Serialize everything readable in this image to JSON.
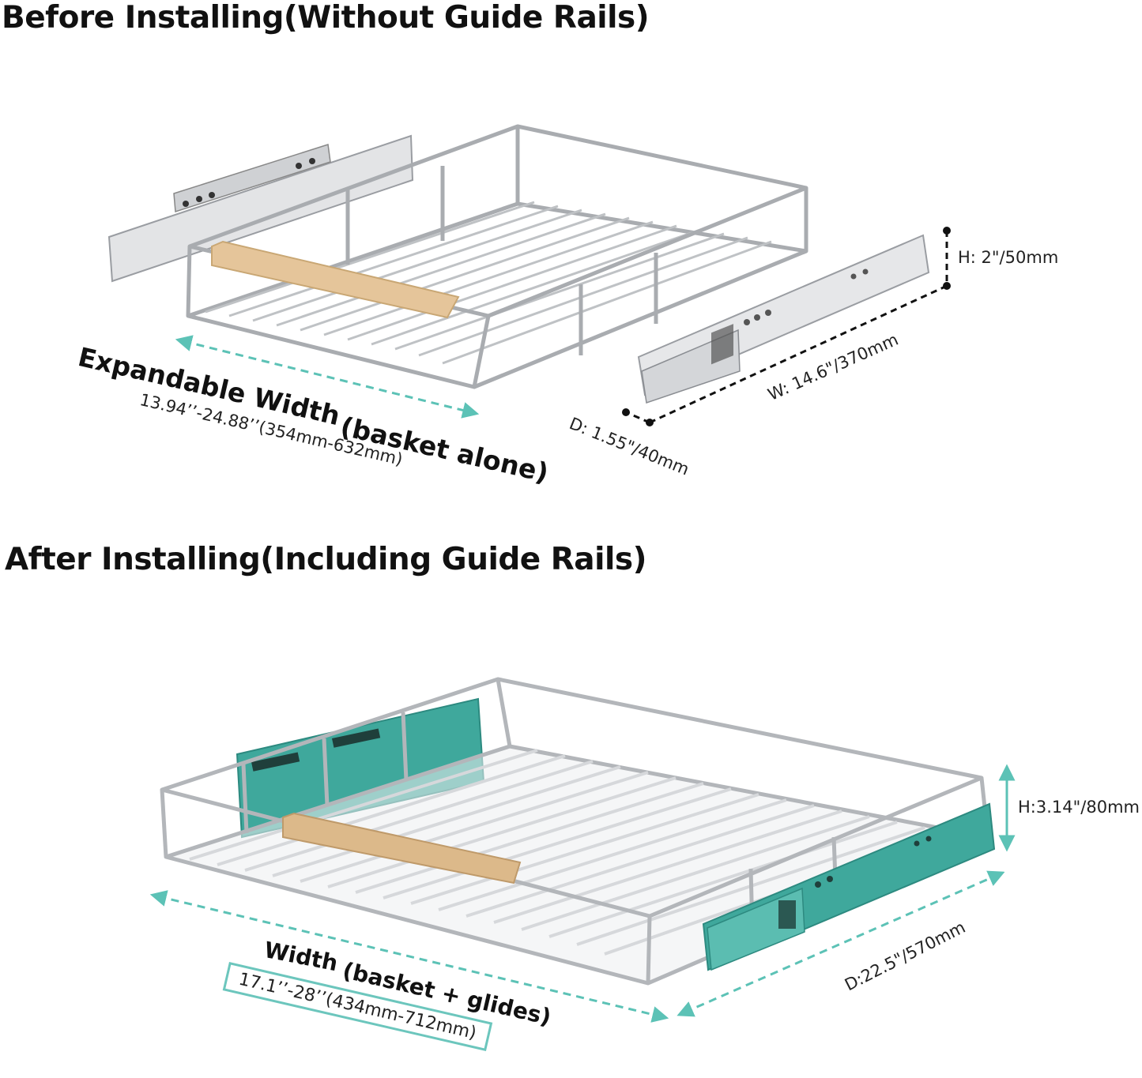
{
  "headings": {
    "before": "Before Installing(Without Guide Rails)",
    "after": "After Installing(Including Guide Rails)"
  },
  "before": {
    "width_label": "Expandable Width",
    "width_note": "(basket alone)",
    "width_range": "13.94’’-24.88’’(354mm-632mm)",
    "rail_height": "H: 2\"/50mm",
    "rail_width": "W: 14.6\"/370mm",
    "rail_depth": "D: 1.55\"/40mm"
  },
  "after": {
    "width_label": "Width",
    "width_note": "(basket + glides)",
    "width_range": "17.1’’-28’’(434mm-712mm)",
    "height": "H:3.14\"/80mm",
    "depth": "D:22.5\"/570mm"
  },
  "colors": {
    "accent": "#5cc2b6",
    "rail_teal": "#3fa89c",
    "wood": "#e5c59a",
    "metal": "#c7c9cc"
  }
}
